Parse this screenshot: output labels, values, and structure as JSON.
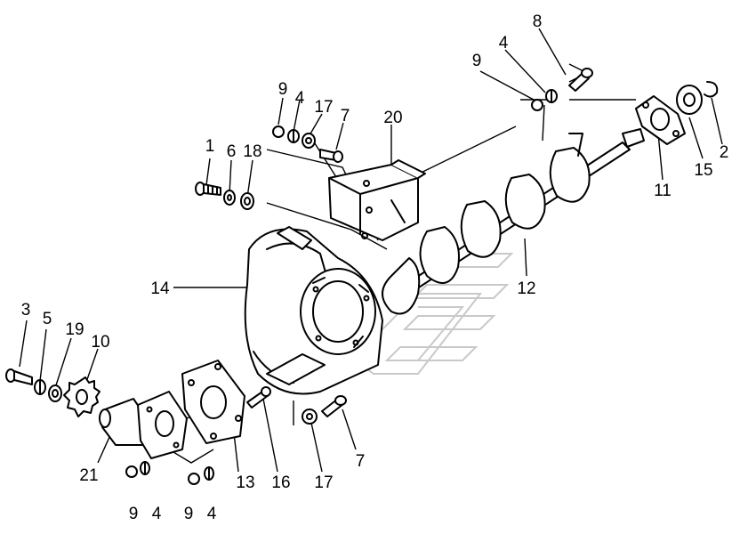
{
  "callouts": [
    {
      "id": "l1",
      "text": "1"
    },
    {
      "id": "l6",
      "text": "6"
    },
    {
      "id": "l18",
      "text": "18"
    },
    {
      "id": "l9a",
      "text": "9"
    },
    {
      "id": "l4a",
      "text": "4"
    },
    {
      "id": "l17a",
      "text": "17"
    },
    {
      "id": "l7a",
      "text": "7"
    },
    {
      "id": "l20",
      "text": "20"
    },
    {
      "id": "l9b",
      "text": "9"
    },
    {
      "id": "l4b",
      "text": "4"
    },
    {
      "id": "l8",
      "text": "8"
    },
    {
      "id": "l2",
      "text": "2"
    },
    {
      "id": "l15",
      "text": "15"
    },
    {
      "id": "l11",
      "text": "11"
    },
    {
      "id": "l14",
      "text": "14"
    },
    {
      "id": "l12",
      "text": "12"
    },
    {
      "id": "l3",
      "text": "3"
    },
    {
      "id": "l5",
      "text": "5"
    },
    {
      "id": "l19",
      "text": "19"
    },
    {
      "id": "l10",
      "text": "10"
    },
    {
      "id": "l21",
      "text": "21"
    },
    {
      "id": "l9c",
      "text": "9"
    },
    {
      "id": "l4c",
      "text": "4"
    },
    {
      "id": "l9d",
      "text": "9"
    },
    {
      "id": "l4d",
      "text": "4"
    },
    {
      "id": "l13",
      "text": "13"
    },
    {
      "id": "l16",
      "text": "16"
    },
    {
      "id": "l17b",
      "text": "17"
    },
    {
      "id": "l7b",
      "text": "7"
    }
  ]
}
